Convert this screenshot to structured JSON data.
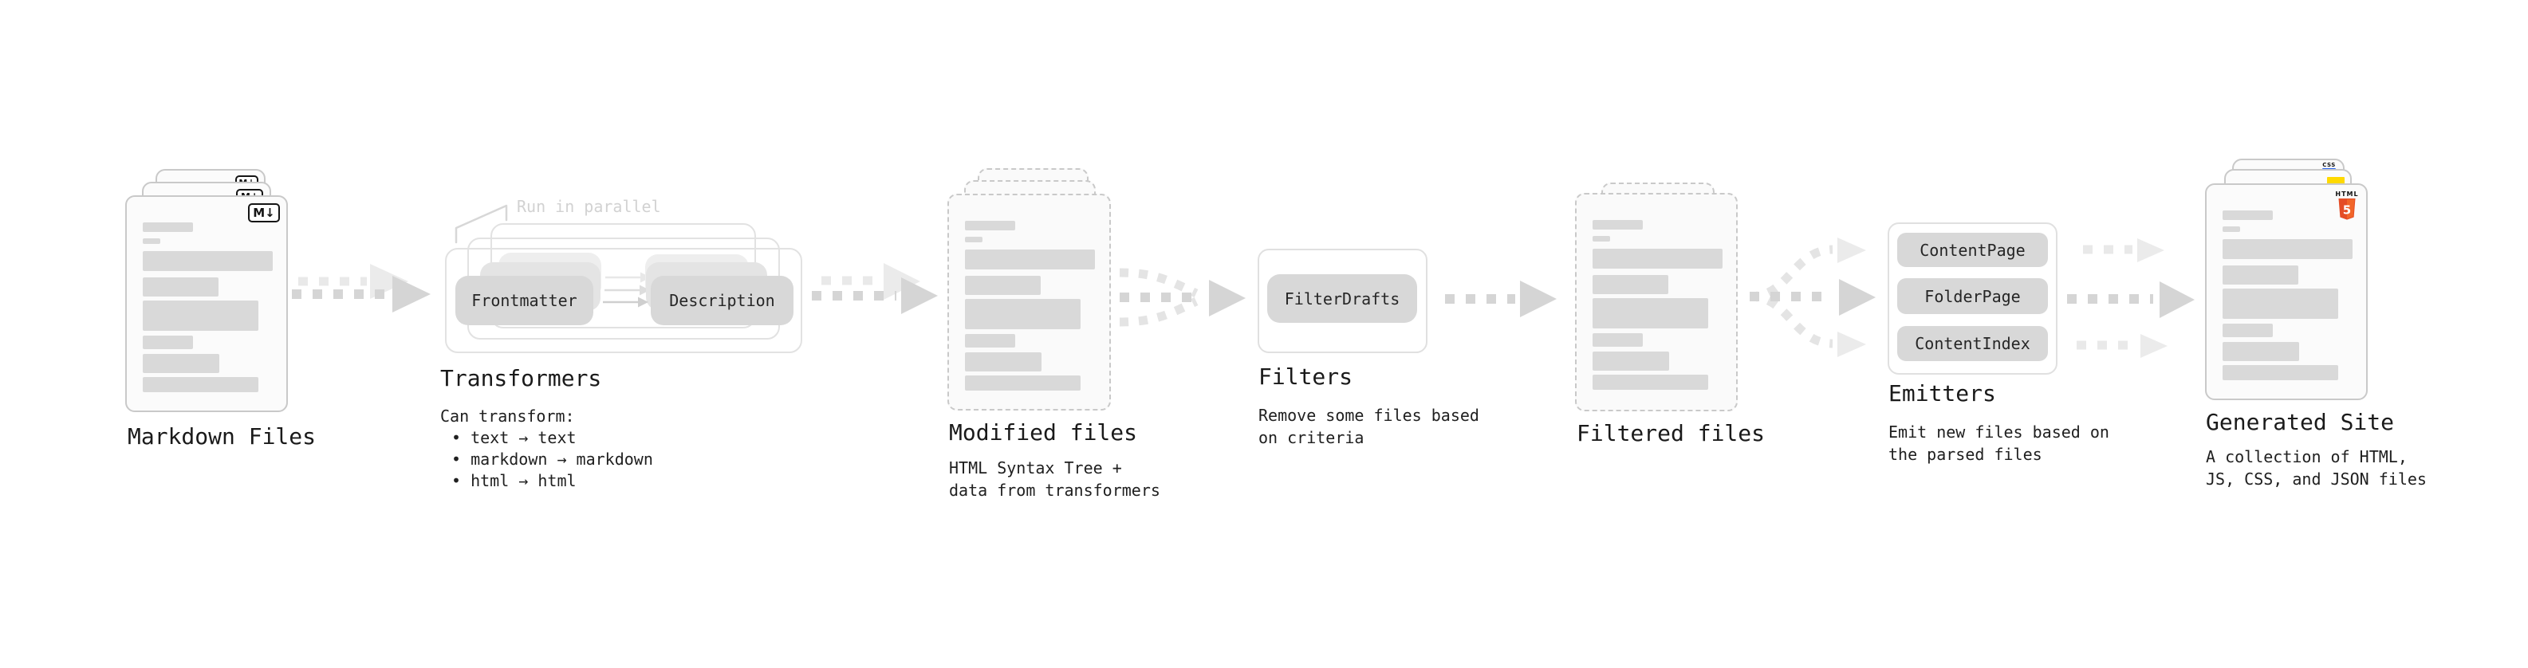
{
  "colors": {
    "background": "#ffffff",
    "card_border": "#c9c9c9",
    "skeleton_bar": "#d9d9d9",
    "frame_border": "#e2e2e2",
    "pill_background": "#d8d8d8",
    "arrow_dark": "#d5d5d5",
    "arrow_light": "#e9e9e9",
    "annotation_gray": "#d2d2d2",
    "markdown_badge_border": "#141414",
    "css_blue": "#2965f1",
    "js_yellow": "#ffd900",
    "html5_orange": "#e44d26",
    "html5_orange_light": "#f16529"
  },
  "stages": {
    "markdown_files": {
      "label": "Markdown Files",
      "badge": "M↓"
    },
    "transformers": {
      "title": "Transformers",
      "annotation": "Run in parallel",
      "pill_left": "Frontmatter",
      "pill_right": "Description",
      "desc": [
        "Can transform:",
        "• text → text",
        "• markdown → markdown",
        "• html → html"
      ]
    },
    "modified_files": {
      "label": "Modified files",
      "desc": [
        "HTML Syntax Tree +",
        "data from transformers"
      ]
    },
    "filters": {
      "title": "Filters",
      "pill": "FilterDrafts",
      "desc": [
        "Remove some files based",
        "on criteria"
      ]
    },
    "filtered_files": {
      "label": "Filtered files"
    },
    "emitters": {
      "title": "Emitters",
      "pills": [
        "ContentPage",
        "FolderPage",
        "ContentIndex"
      ],
      "desc": [
        "Emit new files based on",
        "the parsed files"
      ]
    },
    "generated_site": {
      "label": "Generated Site",
      "badge_css": "CSS",
      "badge_html_label": "HTML",
      "badge_html_number": "5",
      "desc": [
        "A collection of HTML,",
        "JS, CSS, and JSON files"
      ]
    }
  }
}
